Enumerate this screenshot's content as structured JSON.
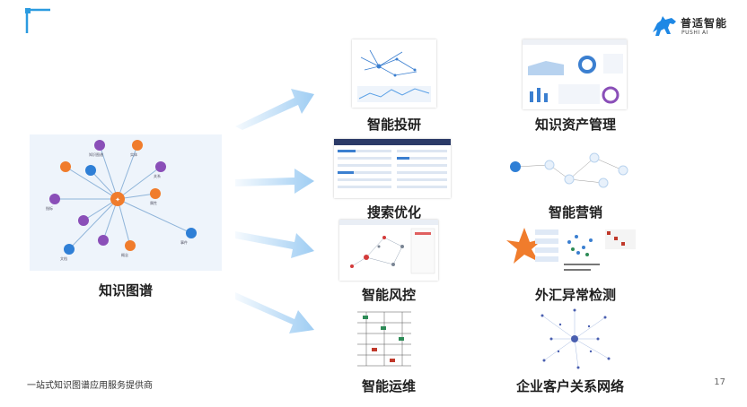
{
  "brand": {
    "name_cn": "普适智能",
    "name_en": "PUSHI AI",
    "accent": "#1E88E5",
    "logo_icon": "horse-logo-icon"
  },
  "source": {
    "label": "知识图谱",
    "node_labels": [
      "知识图谱",
      "实体",
      "关系",
      "属性",
      "事件",
      "概念",
      "指标",
      "文档"
    ]
  },
  "applications": [
    {
      "label": "智能投研"
    },
    {
      "label": "知识资产管理"
    },
    {
      "label": "搜索优化"
    },
    {
      "label": "智能营销"
    },
    {
      "label": "智能风控"
    },
    {
      "label": "外汇异常检测"
    },
    {
      "label": "智能运维"
    },
    {
      "label": "企业客户关系网络"
    }
  ],
  "footer": {
    "tagline": "一站式知识图谱应用服务提供商",
    "page_number": "17"
  },
  "colors": {
    "arrow": "#9FCDF3",
    "node_orange": "#F07C2C",
    "node_purple": "#8A4FB8",
    "node_blue": "#2F7FD6"
  }
}
